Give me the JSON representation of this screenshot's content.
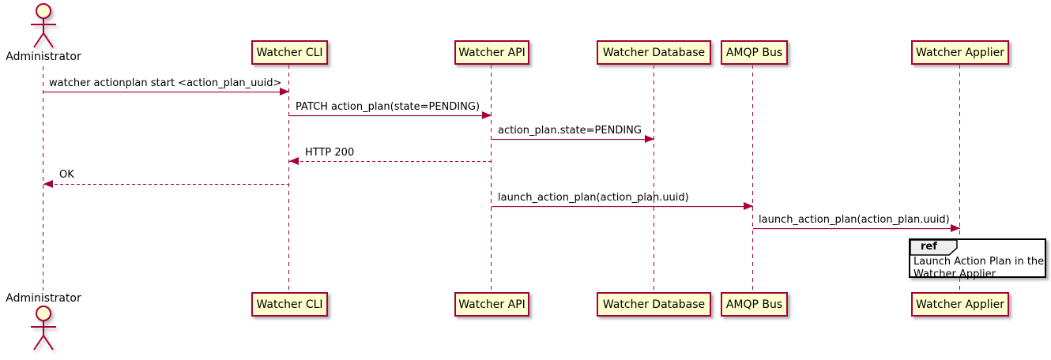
{
  "diagram": {
    "kind": "uml-sequence-diagram",
    "actor": {
      "label": "Administrator"
    },
    "participants": [
      {
        "label": "Watcher CLI"
      },
      {
        "label": "Watcher API"
      },
      {
        "label": "Watcher Database"
      },
      {
        "label": "AMQP Bus"
      },
      {
        "label": "Watcher Applier"
      }
    ],
    "messages": [
      {
        "from": "Administrator",
        "to": "Watcher CLI",
        "text": "watcher actionplan start <action_plan_uuid>",
        "line": "solid",
        "direction": "right"
      },
      {
        "from": "Watcher CLI",
        "to": "Watcher API",
        "text": "PATCH action_plan(state=PENDING)",
        "line": "solid",
        "direction": "right"
      },
      {
        "from": "Watcher API",
        "to": "Watcher Database",
        "text": "action_plan.state=PENDING",
        "line": "solid",
        "direction": "right"
      },
      {
        "from": "Watcher API",
        "to": "Watcher CLI",
        "text": "HTTP 200",
        "line": "dashed",
        "direction": "left"
      },
      {
        "from": "Watcher CLI",
        "to": "Administrator",
        "text": "OK",
        "line": "dashed",
        "direction": "left"
      },
      {
        "from": "Watcher API",
        "to": "AMQP Bus",
        "text": "launch_action_plan(action_plan.uuid)",
        "line": "solid",
        "direction": "right"
      },
      {
        "from": "AMQP Bus",
        "to": "Watcher Applier",
        "text": "launch_action_plan(action_plan.uuid)",
        "line": "solid",
        "direction": "right"
      }
    ],
    "ref_fragment": {
      "keyword": "ref",
      "over": "Watcher Applier",
      "line1": "Launch Action Plan in the",
      "line2": "Watcher Applier"
    },
    "colors": {
      "participant_fill": "#FEFECE",
      "accent_line": "#A80036",
      "ref_border": "#000000",
      "ref_tab_fill": "#EEEEEE",
      "text": "#000000"
    }
  }
}
